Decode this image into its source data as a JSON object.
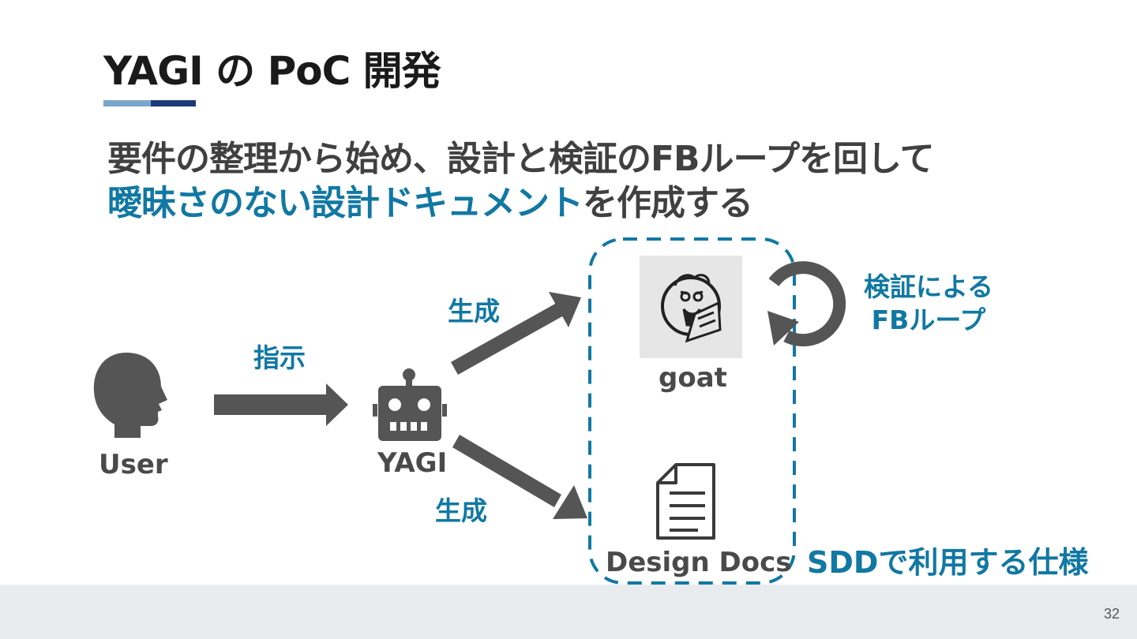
{
  "title": "YAGI の PoC 開発",
  "subtitle": {
    "line1": "要件の整理から始め、設計と検証のFBループを回して",
    "line2_highlight": "曖昧さのない設計ドキュメント",
    "line2_rest": "を作成する"
  },
  "nodes": {
    "user": "User",
    "yagi": "YAGI",
    "goat": "goat",
    "design_docs": "Design Docs"
  },
  "edges": {
    "instruct": "指示",
    "generate_top": "生成",
    "generate_bottom": "生成"
  },
  "loop_label": {
    "line1": "検証による",
    "line2": "FBループ"
  },
  "group_label": "SDDで利用する仕様",
  "page_number": "32",
  "colors": {
    "accent_blue": "#1178a3",
    "icon_gray": "#555555",
    "footer_bg": "#e9ecee"
  },
  "icons": [
    "user-head-icon",
    "robot-icon",
    "goat-logo-icon",
    "document-icon",
    "loop-arrow-icon"
  ]
}
